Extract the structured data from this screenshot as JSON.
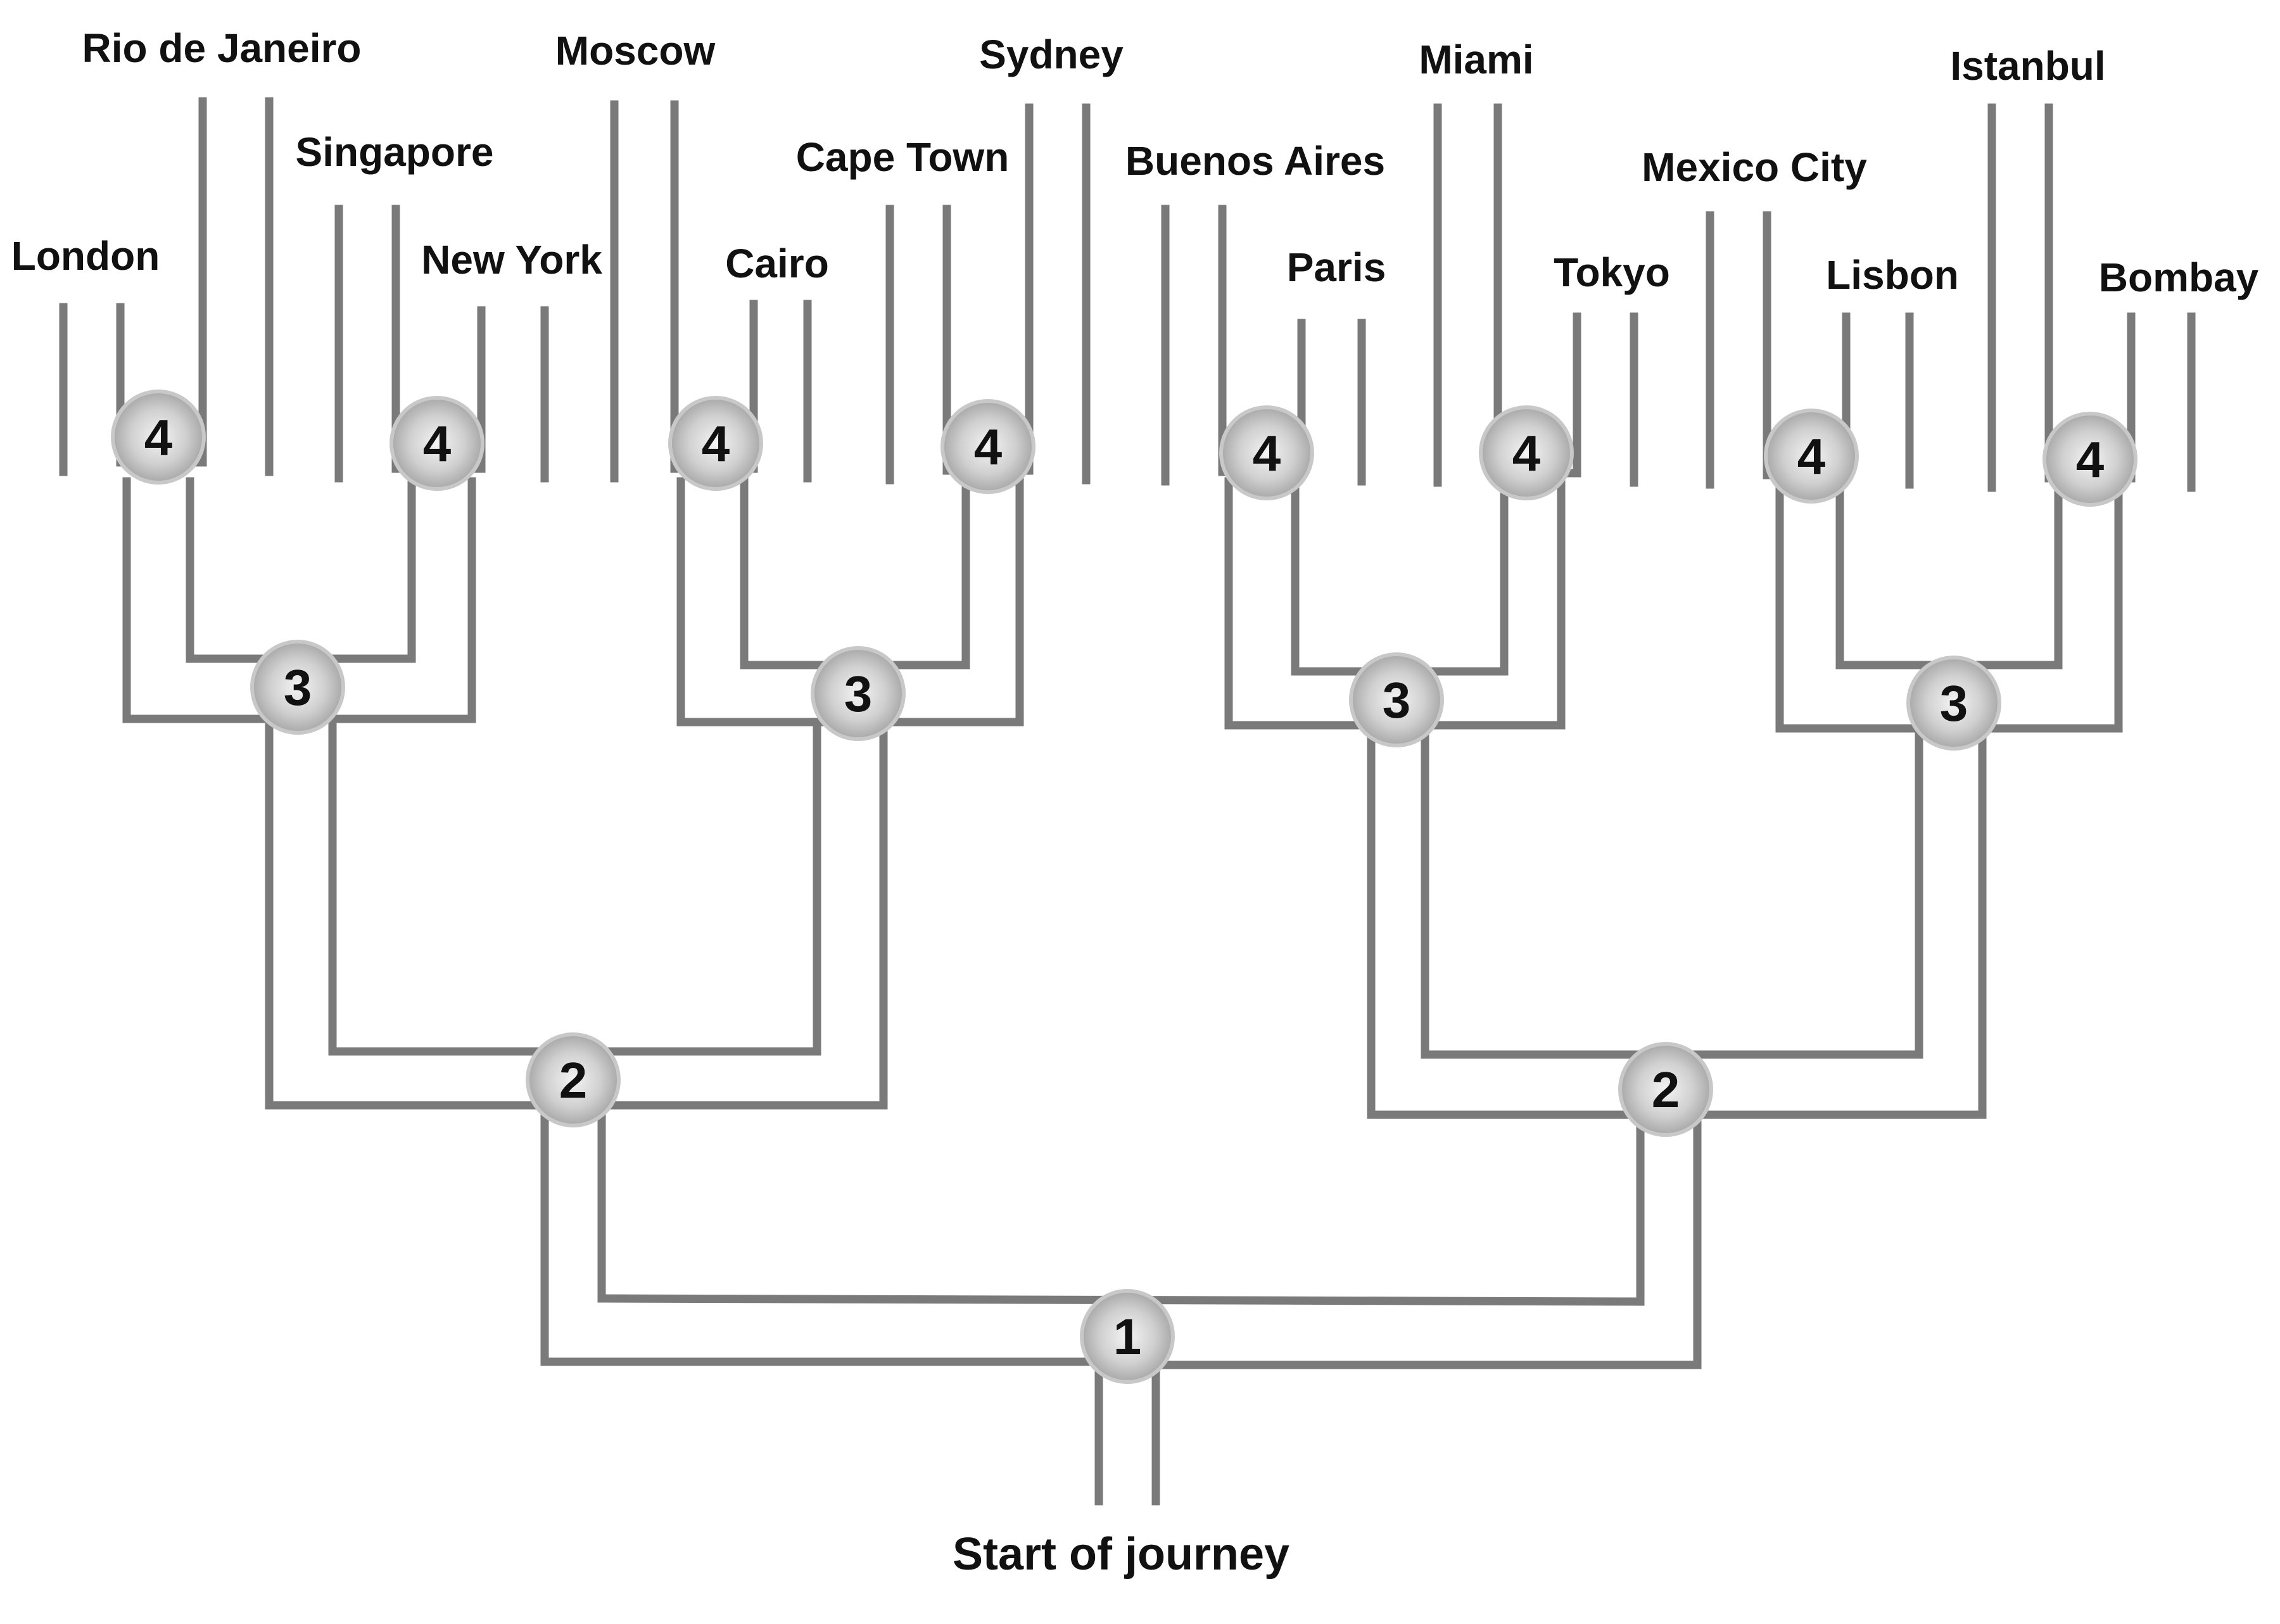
{
  "start_label": "Start of journey",
  "junctions": {
    "level1": "1",
    "level2": "2",
    "level3": "3",
    "level4": "4"
  },
  "destinations": [
    "London",
    "Rio de Janeiro",
    "Singapore",
    "New York",
    "Moscow",
    "Cairo",
    "Cape Town",
    "Sydney",
    "Buenos Aires",
    "Paris",
    "Miami",
    "Tokyo",
    "Mexico City",
    "Lisbon",
    "Istanbul",
    "Bombay"
  ],
  "colors": {
    "road": "#7a7a7a",
    "junction": "#c8c8c8",
    "text": "#111111"
  }
}
